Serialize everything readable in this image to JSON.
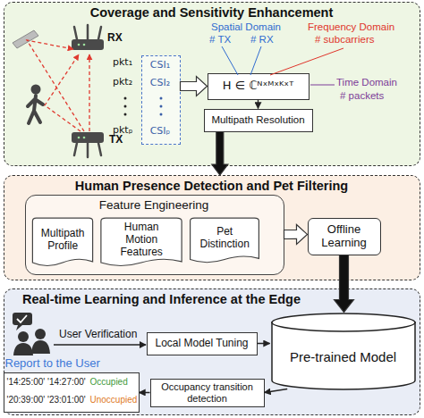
{
  "diagram": {
    "nodes": [
      {
        "text": [
          "Coverage and Sensitivity Enhancement"
        ]
      },
      {
        "text": [
          "CSI₁",
          "CSI₂",
          "CSIₚ"
        ],
        "in": 0
      },
      {
        "text": [
          "H ∈ ℂᴺˣᴹˣᴷˣᵀ"
        ],
        "in": 0
      },
      {
        "text": [
          "Multipath Resolution"
        ],
        "in": 0
      },
      {
        "text": [
          "Human Presence Detection and Pet Filtering"
        ]
      },
      {
        "text": [
          "Feature Engineering"
        ],
        "in": 4
      },
      {
        "text": [
          "Multipath Profile"
        ],
        "in": 5
      },
      {
        "text": [
          "Human Motion Features"
        ],
        "in": 5
      },
      {
        "text": [
          "Pet Distinction"
        ],
        "in": 5
      },
      {
        "text": [
          "Offline Learning"
        ],
        "in": 4
      },
      {
        "text": [
          "Real-time Learning and Inference at the Edge"
        ]
      },
      {
        "text": [
          "Local Model Tuning"
        ],
        "in": 10
      },
      {
        "text": [
          "Pre-trained Model"
        ],
        "in": 10
      },
      {
        "text": [
          "Occupancy transition detection"
        ],
        "in": 10
      },
      {
        "text": [
          "Report to the User",
          "'14:25:00' '14:27:00'",
          "Occupied",
          "'20:39:00' '23:01:00'",
          "Unoccupied"
        ],
        "in": 10
      }
    ],
    "edges": [
      {
        "from": 1,
        "to": 2,
        "arrow": "to"
      },
      {
        "from": 2,
        "to": 3,
        "arrow": "to"
      },
      {
        "from": 3,
        "to": 4,
        "arrow": "to"
      },
      {
        "from": 5,
        "to": 9,
        "arrow": "to"
      },
      {
        "from": 9,
        "to": 12,
        "arrow": "to"
      },
      {
        "from": 11,
        "to": 12,
        "arrow": "to"
      },
      {
        "from": 12,
        "to": 13,
        "arrow": "to"
      },
      {
        "from": 13,
        "to": 14,
        "arrow": "to"
      }
    ],
    "labels": [
      "RX",
      "TX",
      "pkt₁",
      "pkt₂",
      "pktₚ",
      "Spatial Domain",
      "# TX",
      "# RX",
      "Frequency Domain",
      "# subcarriers",
      "Time Domain",
      "# packets",
      "User Verification"
    ]
  }
}
